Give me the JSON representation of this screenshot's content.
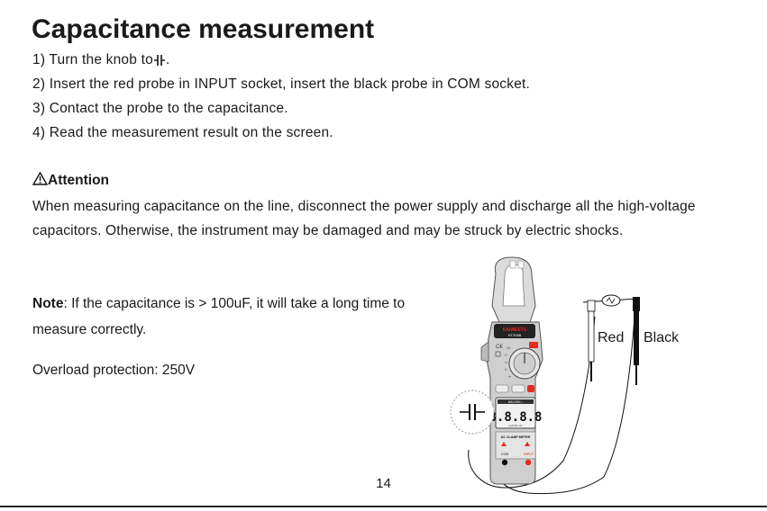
{
  "title": "Capacitance measurement",
  "steps": [
    {
      "prefix": "1) Turn the knob to",
      "suffix": "."
    },
    {
      "text": "2) Insert the red probe in INPUT socket, insert the black probe in COM socket."
    },
    {
      "text": "3) Contact the probe to the capacitance."
    },
    {
      "text": "4) Read the measurement result on the screen."
    }
  ],
  "attention": {
    "icon": "warning-triangle-icon",
    "heading": "Attention",
    "body": "When measuring capacitance on the line, disconnect the power supply and discharge all the high-voltage capacitors. Otherwise, the instrument may be damaged and may be struck by electric shocks."
  },
  "note": {
    "label": "Note",
    "text": ": If the capacitance is > 100uF, it will take a long time to measure correctly."
  },
  "overload": "Overload protection: 250V",
  "figure": {
    "brand": "KAIWEETS",
    "model": "HT206B",
    "panel_label": "AC CLAMP METER",
    "lcd_value": "8.8.8.8",
    "socket_com": "COM",
    "socket_input": "INPUT",
    "red_label": "Red",
    "black_label": "Black",
    "red_color": "#e52b1f",
    "black_color": "#111111"
  },
  "page_number": "14"
}
